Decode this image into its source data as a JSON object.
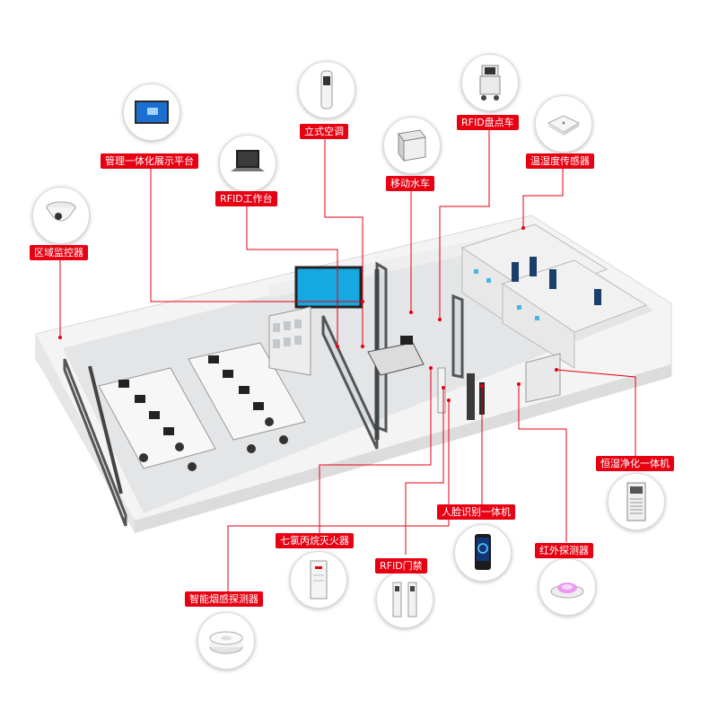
{
  "colors": {
    "accent": "#e60012",
    "connector": "#e60012",
    "label_text": "#ffffff",
    "floor": "#e4e6e8",
    "wall": "#f2f2f2"
  },
  "devices": [
    {
      "id": "mgmt-display",
      "label": "管理一体化展示平台",
      "icon": "display-screen-icon"
    },
    {
      "id": "floor-ac",
      "label": "立式空调",
      "icon": "tower-air-conditioner-icon"
    },
    {
      "id": "rfid-cart",
      "label": "RFID盘点车",
      "icon": "inventory-cart-icon"
    },
    {
      "id": "temp-sensor",
      "label": "温湿度传感器",
      "icon": "humidity-sensor-icon"
    },
    {
      "id": "mobile-water",
      "label": "移动水车",
      "icon": "water-cart-icon"
    },
    {
      "id": "rfid-desk",
      "label": "RFID工作台",
      "icon": "laptop-icon"
    },
    {
      "id": "area-camera",
      "label": "区域监控器",
      "icon": "dome-camera-icon"
    },
    {
      "id": "purifier",
      "label": "恒湿净化一体机",
      "icon": "purifier-cabinet-icon"
    },
    {
      "id": "face-id",
      "label": "人脸识别一体机",
      "icon": "face-recognition-terminal-icon"
    },
    {
      "id": "heptafluoro",
      "label": "七氯丙烷灭火器",
      "icon": "fire-suppression-icon"
    },
    {
      "id": "infrared",
      "label": "红外探测器",
      "icon": "infrared-detector-icon"
    },
    {
      "id": "rfid-gate",
      "label": "RFID门禁",
      "icon": "rfid-gate-icon"
    },
    {
      "id": "smoke",
      "label": "智能烟感探测器",
      "icon": "smoke-detector-icon"
    }
  ]
}
